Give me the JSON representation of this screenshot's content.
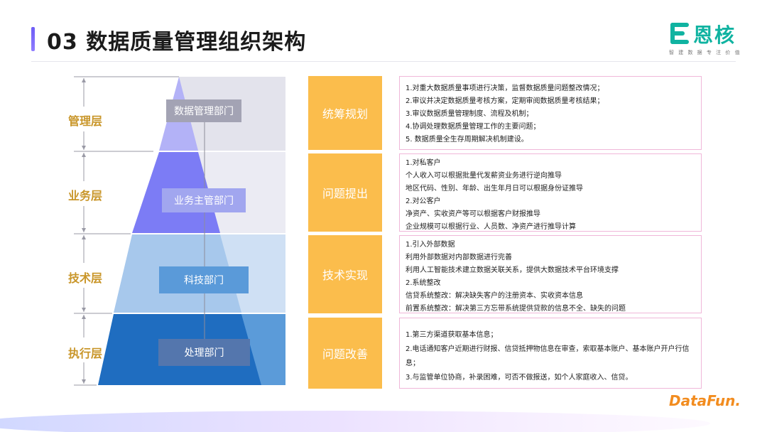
{
  "header": {
    "title": "03  数据质量管理组织架构"
  },
  "logo": {
    "name": "恩核",
    "tagline": "智 建 数 据   专 注 价 值"
  },
  "layers": [
    {
      "label": "管理层",
      "department": "数据管理部门"
    },
    {
      "label": "业务层",
      "department": "业务主管部门"
    },
    {
      "label": "技术层",
      "department": "科技部门"
    },
    {
      "label": "执行层",
      "department": "处理部门"
    }
  ],
  "categories": [
    {
      "title": "统筹规划",
      "lines": [
        "1.对重大数据质量事项进行决策，监督数据质量问题整改情况；",
        "2.审议并决定数据质量考核方案，定期审阅数据质量考核结果；",
        "3.审议数据质量管理制度、流程及机制；",
        "4.协调处理数据质量管理工作的主要问题；",
        "5. 数据质量全生存周期解决机制建设。"
      ]
    },
    {
      "title": "问题提出",
      "lines": [
        "1.对私客户",
        "个人收入可以根据批量代发薪资业务进行逆向推导",
        "地区代码、性别、年龄、出生年月日可以根据身份证推导",
        "2.对公客户",
        "净资产、实收资产等可以根据客户财报推导",
        "企业规模可以根据行业、人员数、净资产进行推导计算"
      ]
    },
    {
      "title": "技术实现",
      "lines": [
        "1.引入外部数据",
        "利用外部数据对内部数据进行完善",
        "利用人工智能技术建立数据关联关系，提供大数据技术平台环境支撑",
        "2.系统整改",
        "信贷系统整改：解决缺失客户的注册资本、实收资本信息",
        "前置系统整改：解决第三方忘带系统提供贷款的信息不全、缺失的问题"
      ]
    },
    {
      "title": "问题改善",
      "lines": [
        "1.第三方渠道获取基本信息；",
        "2.电话通知客户近期进行财报、信贷抵押物信息在审查，索取基本账户、基本账户开户行信息；",
        "3.与监管单位协商，补录困难，可否不做报送，如个人家庭收入、信贷。"
      ]
    }
  ],
  "footer": {
    "brand": "DataFun."
  },
  "colors": {
    "accent_purple": "#6d5cf6",
    "label_gold": "#c9962a",
    "category_orange": "#fbbd4c",
    "desc_border": "#f0b7d9",
    "logo_teal": "#10b3a1",
    "layer1_fill": "#b3b2f7",
    "layer2_fill": "#7c7cf5",
    "layer3_fill": "#a7c8ec",
    "layer4_fill": "#1f6dc0"
  }
}
